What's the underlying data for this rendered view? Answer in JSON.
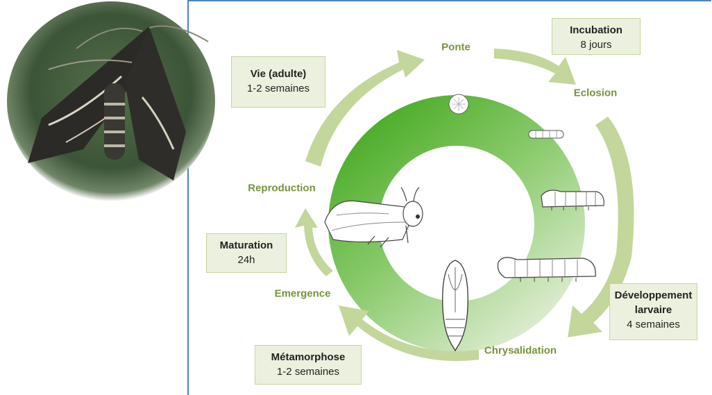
{
  "stages": {
    "ponte": "Ponte",
    "eclosion": "Eclosion",
    "chrysalidation": "Chrysalidation",
    "emergence": "Emergence",
    "reproduction": "Reproduction"
  },
  "boxes": {
    "incubation": {
      "title": "Incubation",
      "duration": "8 jours"
    },
    "vie_adulte": {
      "title": "Vie (adulte)",
      "duration": "1-2 semaines"
    },
    "maturation": {
      "title": "Maturation",
      "duration": "24h"
    },
    "developpement": {
      "title_line1": "Développement",
      "title_line2": "larvaire",
      "duration": "4 semaines"
    },
    "metamorphose": {
      "title": "Métamorphose",
      "duration": "1-2 semaines"
    }
  },
  "colors": {
    "frame_border": "#4f81bd",
    "ring_dark": "#5bb83a",
    "ring_light": "#e8f0dc",
    "arrow": "#c3d69b",
    "label_text": "#77933c",
    "box_fill": "#ebf1de"
  },
  "icons": [
    "moth-photo",
    "egg-icon",
    "small-larva-icon",
    "medium-larva-icon",
    "large-larva-icon",
    "chrysalis-icon",
    "adult-moth-icon"
  ]
}
